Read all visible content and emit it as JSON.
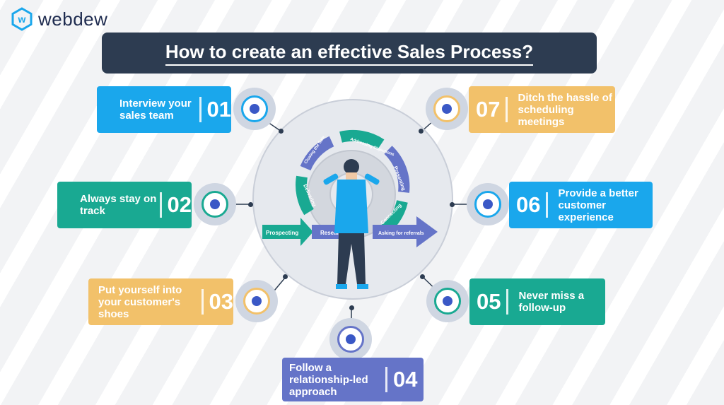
{
  "logo": {
    "text": "webdew"
  },
  "title": "How to create an effective Sales Process?",
  "steps": [
    {
      "num": "01",
      "label": "Interview your sales team"
    },
    {
      "num": "02",
      "label": "Always stay on track"
    },
    {
      "num": "03",
      "label": "Put yourself into your customer's shoes"
    },
    {
      "num": "04",
      "label": "Follow a relationship-led approach"
    },
    {
      "num": "05",
      "label": "Never miss a follow-up"
    },
    {
      "num": "06",
      "label": "Provide a better customer experience"
    },
    {
      "num": "07",
      "label": "Ditch the hassle of scheduling meetings"
    }
  ],
  "cycle": {
    "closing": "Closing the Sale",
    "addressing": "Addressing Objections",
    "presenting": "Presenting",
    "connecting": "Connecting",
    "delivering": "Delivering",
    "prospecting": "Prospecting",
    "research": "Research",
    "referrals": "Asking for referrals"
  },
  "colors": {
    "blue": "#1aa7ec",
    "teal": "#19a992",
    "orange": "#f2c16a",
    "purple": "#6574c8",
    "navy": "#2d3c51"
  },
  "icons": [
    "hexagon-logo-icon",
    "knob-icon",
    "gear-icon",
    "person-figure-icon"
  ]
}
